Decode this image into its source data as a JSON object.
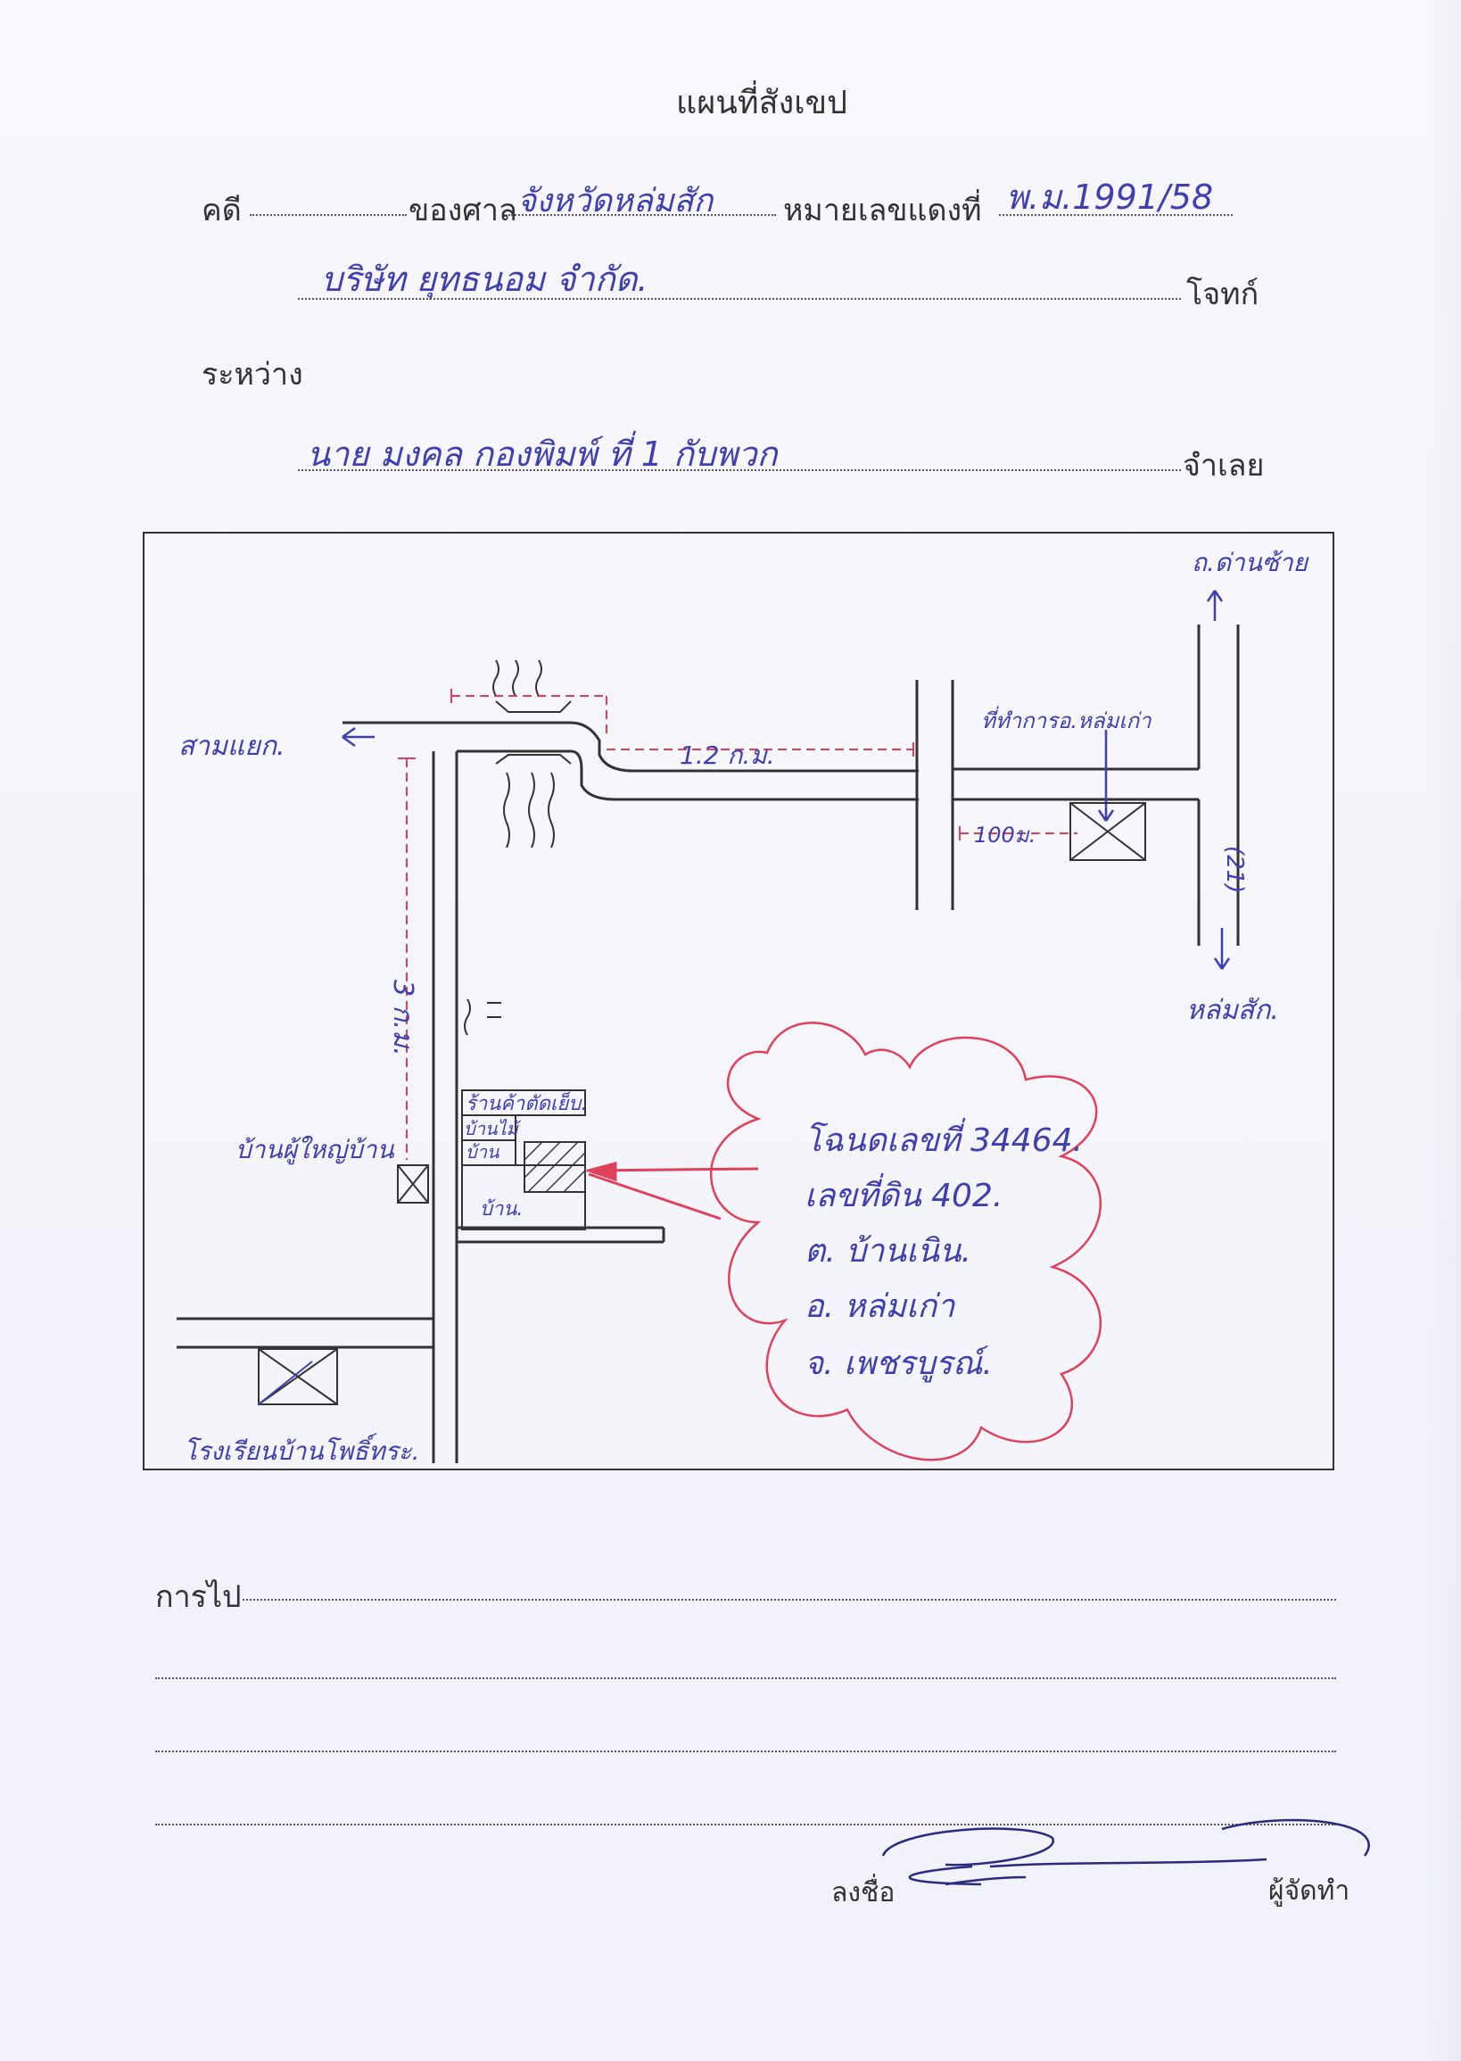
{
  "header": {
    "title": "แผนที่สังเขป"
  },
  "case": {
    "case_label": "คดี",
    "court_label": "ของศาล",
    "court_value": "จังหวัดหล่มสัก",
    "red_number_label": "หมายเลขแดงที่",
    "red_number_value": "พ.ม.1991/58",
    "plaintiff_value": "บริษัท ยุทธนอม จำกัด.",
    "plaintiff_label": "โจทก์",
    "between_label": "ระหว่าง",
    "defendant_value": "นาย มงคล กองพิมพ์ ที่ 1 กับพวก",
    "defendant_label": "จำเลย"
  },
  "map": {
    "labels": {
      "road_north": "ถ.ด่านซ้าย",
      "road_west": "สามแยก.",
      "temple": "ที่ทำการอ.หล่มเก่า",
      "distance_top": "1.2 ก.ม.",
      "distance_small": "100ม.",
      "road_number": "(21)",
      "road_south": "หล่มสัก.",
      "distance_vertical": "3 ก.ม.",
      "shop_1": "ร้านค้าตัดเย็บ.",
      "shop_2": "บ้านไม้",
      "shop_3": "บ้าน",
      "shop_4": "บ้าน.",
      "house_left": "บ้านผู้ใหญ่บ้าน",
      "school": "โรงเรียนบ้านโพธิ์ทระ.",
      "bubble_line_1": "โฉนดเลขที่ 34464.",
      "bubble_line_2": "เลขที่ดิน 402.",
      "bubble_line_3": "ต. บ้านเนิน.",
      "bubble_line_4": "อ. หล่มเก่า",
      "bubble_line_5": "จ. เพชรบูรณ์."
    }
  },
  "footer": {
    "route_label": "การไป",
    "sign_label": "ลงชื่อ",
    "maker_label": "ผู้จัดทำ"
  },
  "colors": {
    "ink_blue": "#3f3fb0",
    "ink_red": "#e0405a",
    "print": "#333333"
  }
}
